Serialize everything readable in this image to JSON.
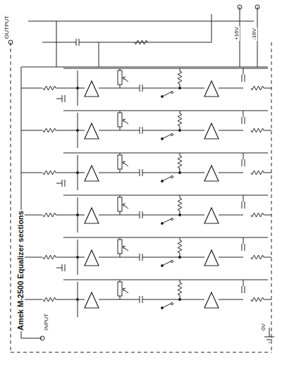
{
  "diagram": {
    "title": "Amek M-2500 Equalizer sections",
    "labels": [
      "+16V",
      "-16V",
      "OUTPUT",
      "INPUT",
      "0V"
    ]
  }
}
